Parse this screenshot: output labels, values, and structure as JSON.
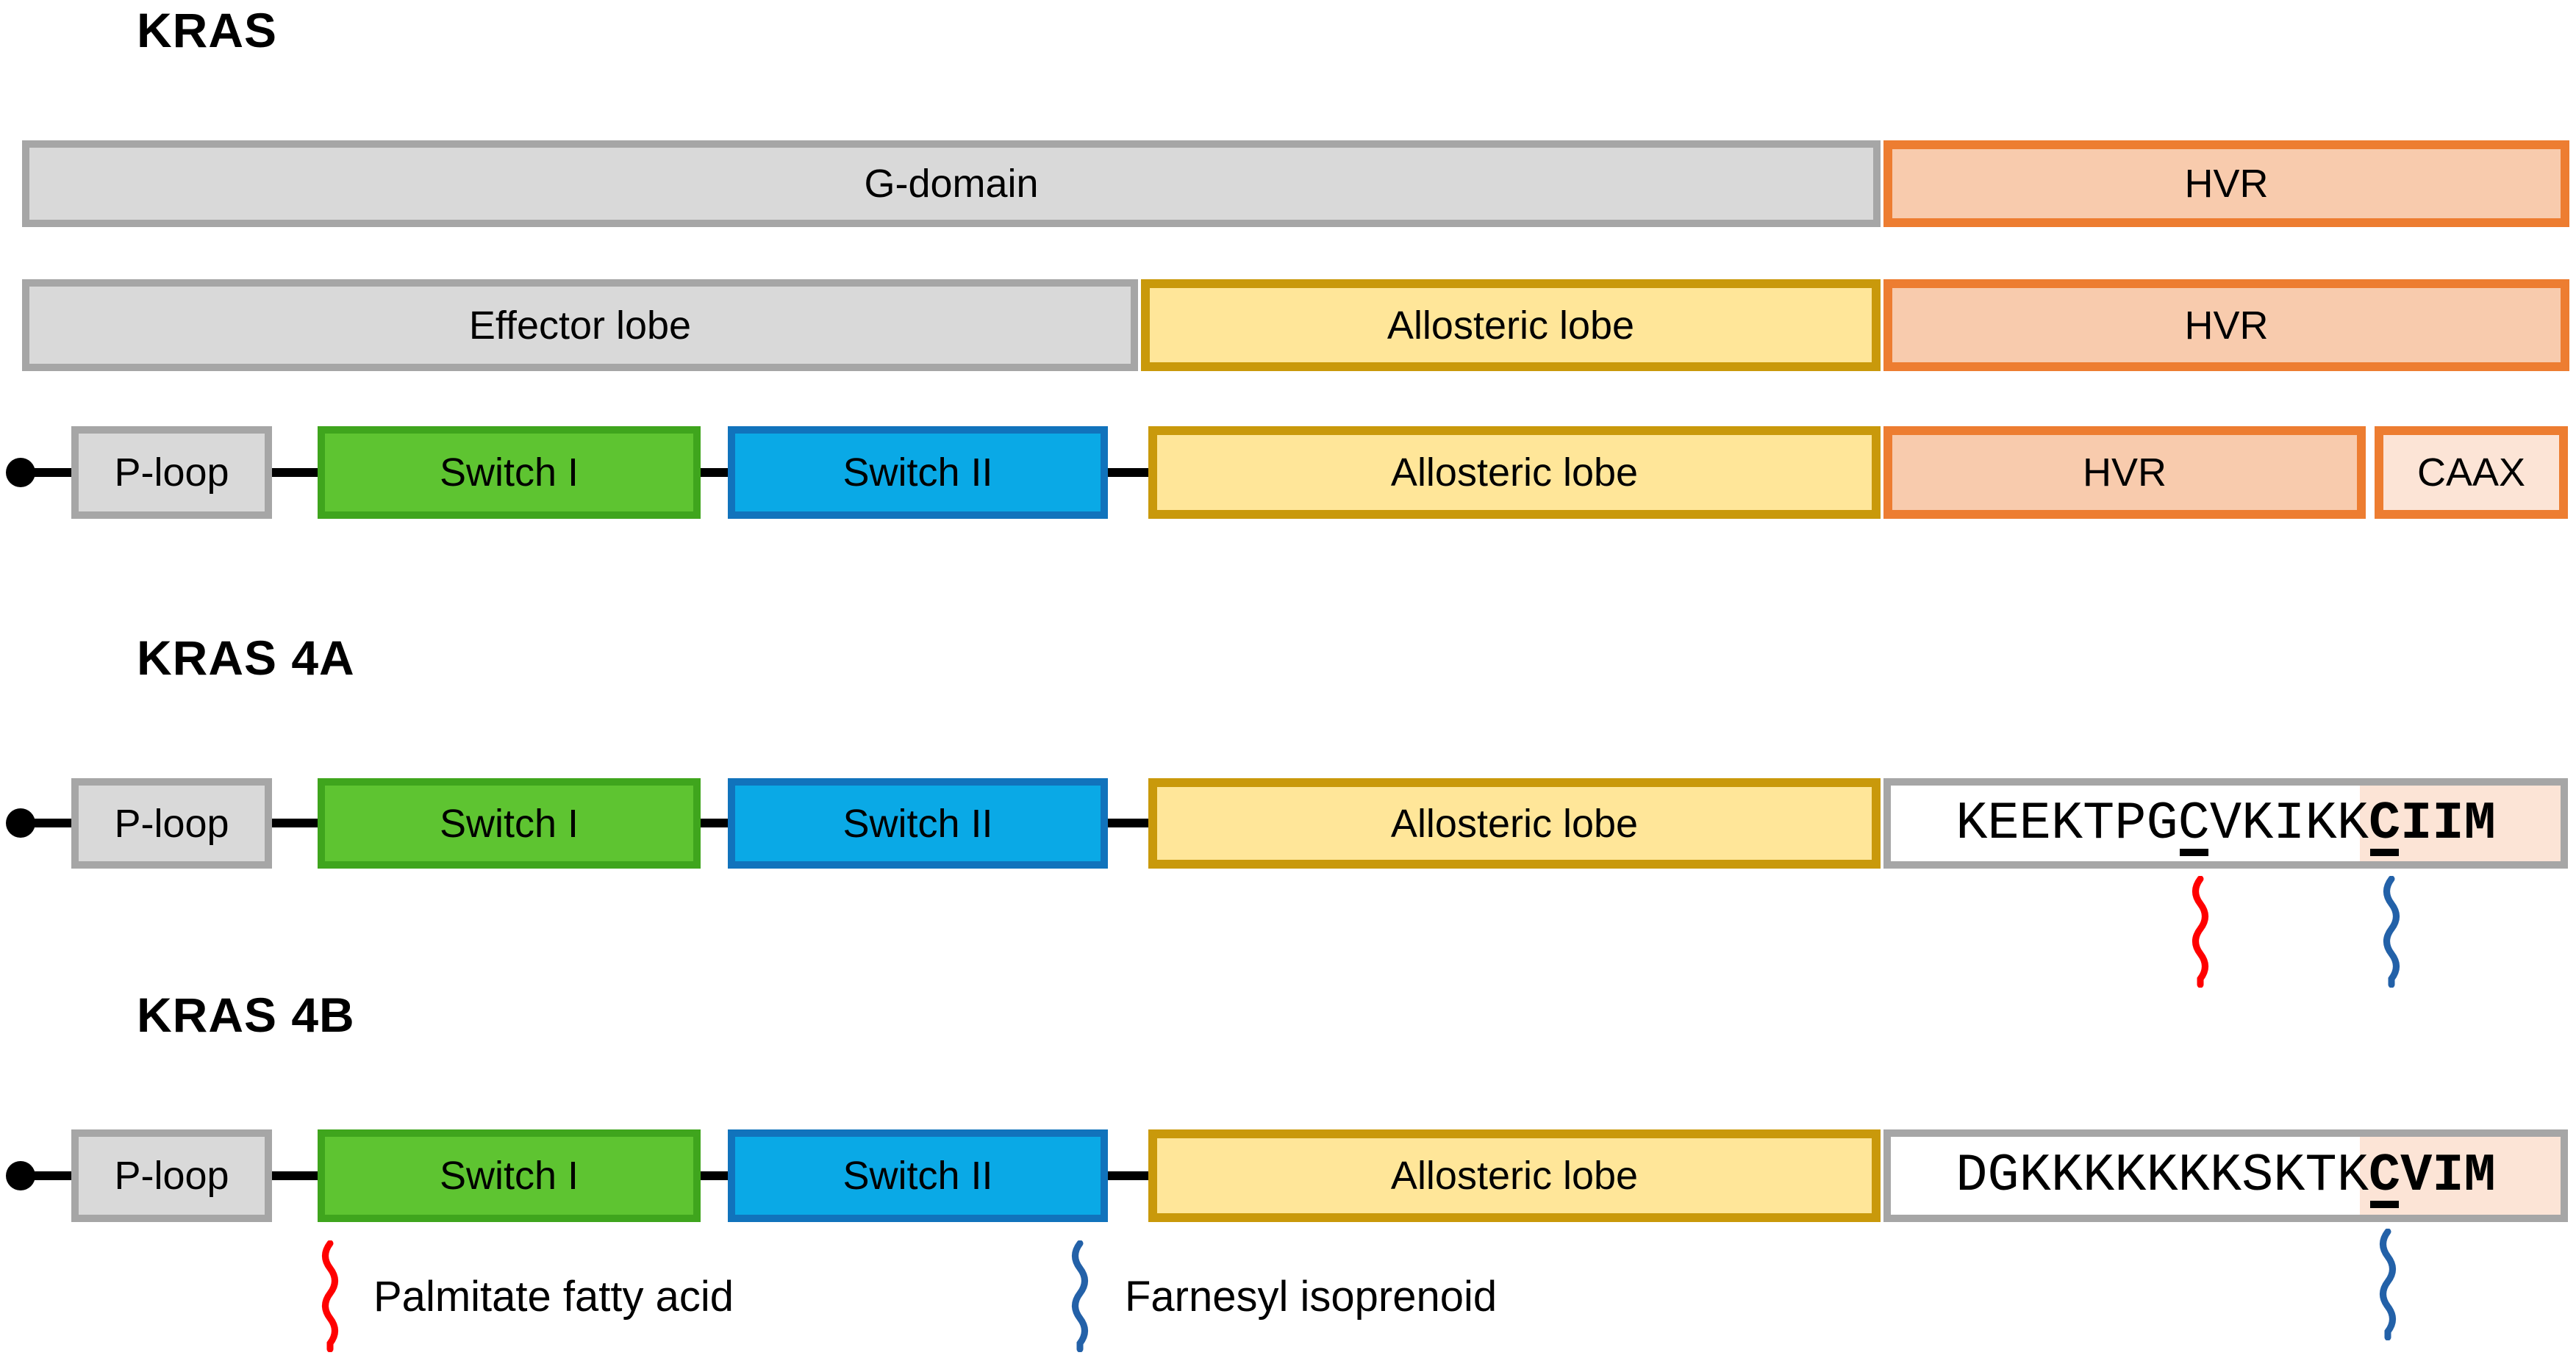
{
  "figure": {
    "description": "KRAS domain architecture diagram with KRAS, KRAS 4A and KRAS 4B isoforms"
  },
  "sections": {
    "kras": {
      "title": "KRAS"
    },
    "kras4a": {
      "title": "KRAS 4A"
    },
    "kras4b": {
      "title": "KRAS 4B"
    }
  },
  "labels": {
    "g_domain": "G-domain",
    "hvr": "HVR",
    "effector_lobe": "Effector lobe",
    "allosteric_lobe": "Allosteric lobe",
    "p_loop": "P-loop",
    "switch_i": "Switch I",
    "switch_ii": "Switch II",
    "caax": "CAAX"
  },
  "sequences": {
    "kras4a": [
      {
        "t": "KEEKTPG"
      },
      {
        "t": "C",
        "u": true
      },
      {
        "t": "VKIKK"
      },
      {
        "t": "C",
        "b": true,
        "u": true
      },
      {
        "t": "IIM",
        "b": true
      }
    ],
    "kras4b": [
      {
        "t": "DGKKKKKKKSKTK"
      },
      {
        "t": "C",
        "b": true,
        "u": true
      },
      {
        "t": "VIM",
        "b": true
      }
    ]
  },
  "legend": {
    "items": [
      {
        "icon": "red-squiggle",
        "label": "Palmitate fatty acid"
      },
      {
        "icon": "blue-squiggle",
        "label": "Farnesyl isoprenoid"
      }
    ]
  },
  "colors": {
    "gray_fill": "#D9D9D9",
    "gray_border": "#A6A6A6",
    "green_fill": "#5EC431",
    "green_border": "#3FA51D",
    "blue_fill": "#0AA9E6",
    "blue_border": "#1173BC",
    "yellow_fill": "#FFE699",
    "yellow_border": "#C9990B",
    "hvr_fill": "#F8CBAD",
    "orange_border": "#ED7D31",
    "caax_fill": "#FCE4D6",
    "palmitate_red": "#FF0000",
    "farnesyl_blue": "#2361A8"
  }
}
